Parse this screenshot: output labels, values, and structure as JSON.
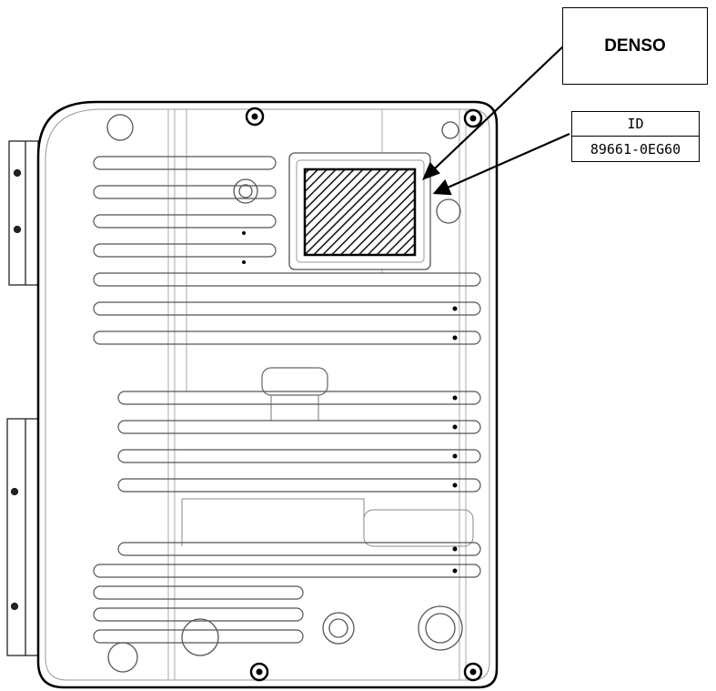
{
  "callouts": {
    "manufacturer": {
      "text": "DENSO"
    },
    "id_label": {
      "header": "ID",
      "value": "89661-0EG60"
    }
  },
  "colors": {
    "line": "#000000",
    "hatch": "#111111",
    "background": "#ffffff"
  }
}
